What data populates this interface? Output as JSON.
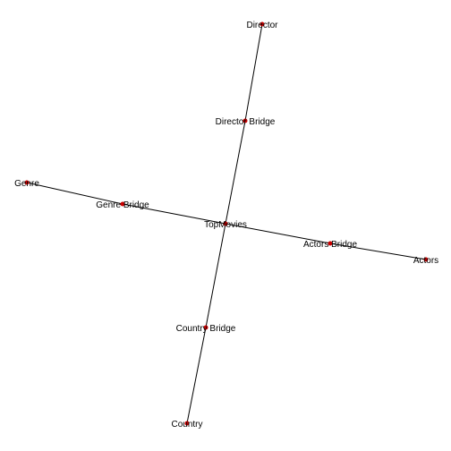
{
  "colors": {
    "node": "#cc0000",
    "edge": "#000000",
    "label": "#000000",
    "background": "#ffffff"
  },
  "nodes": [
    {
      "id": "director",
      "label": "Director"
    },
    {
      "id": "director-bridge",
      "label": "Director Bridge"
    },
    {
      "id": "genre",
      "label": "Genre"
    },
    {
      "id": "genre-bridge",
      "label": "Genre Bridge"
    },
    {
      "id": "top-movies",
      "label": "TopMovies"
    },
    {
      "id": "actors-bridge",
      "label": "Actors Bridge"
    },
    {
      "id": "actors",
      "label": "Actors"
    },
    {
      "id": "country-bridge",
      "label": "Country Bridge"
    },
    {
      "id": "country",
      "label": "Country"
    }
  ],
  "edges": [
    {
      "from": "director",
      "to": "director-bridge"
    },
    {
      "from": "director-bridge",
      "to": "top-movies"
    },
    {
      "from": "genre",
      "to": "genre-bridge"
    },
    {
      "from": "genre-bridge",
      "to": "top-movies"
    },
    {
      "from": "top-movies",
      "to": "actors-bridge"
    },
    {
      "from": "actors-bridge",
      "to": "actors"
    },
    {
      "from": "top-movies",
      "to": "country-bridge"
    },
    {
      "from": "country-bridge",
      "to": "country"
    }
  ]
}
